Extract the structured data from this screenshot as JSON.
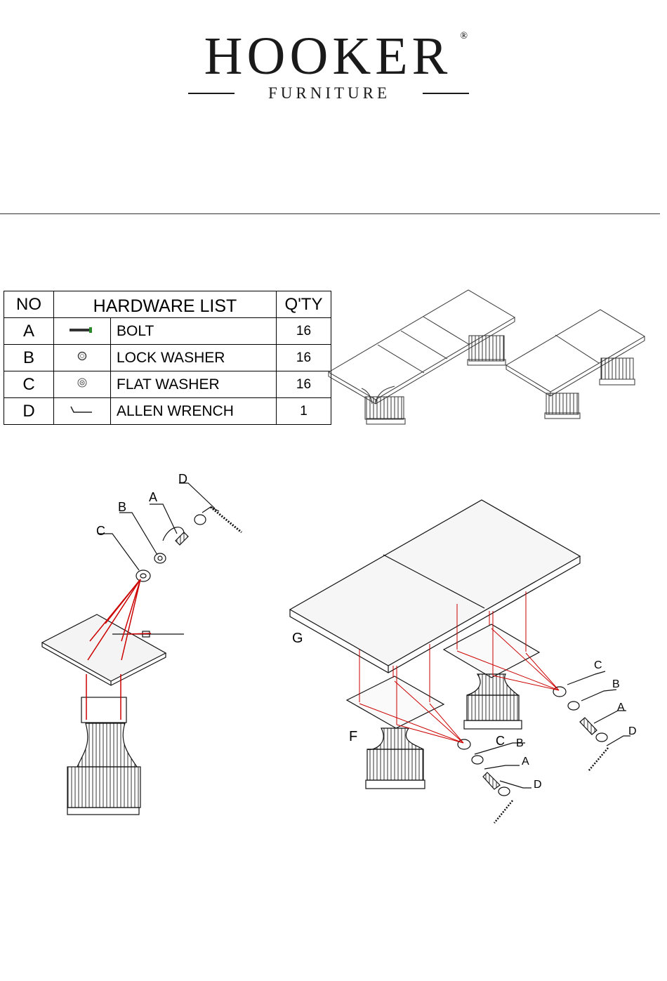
{
  "logo": {
    "brand": "HOOKER",
    "registered": "®",
    "sub": "FURNITURE"
  },
  "hardware": {
    "header": {
      "no": "NO",
      "title": "HARDWARE LIST",
      "qty": "Q'TY"
    },
    "items": [
      {
        "no": "A",
        "name": "BOLT",
        "qty": "16",
        "icon": "bolt-icon"
      },
      {
        "no": "B",
        "name": "LOCK WASHER",
        "qty": "16",
        "icon": "lock-washer-icon"
      },
      {
        "no": "C",
        "name": "FLAT WASHER",
        "qty": "16",
        "icon": "flat-washer-icon"
      },
      {
        "no": "D",
        "name": "ALLEN WRENCH",
        "qty": "1",
        "icon": "allen-wrench-icon"
      }
    ]
  },
  "diagram": {
    "left": {
      "a": "A",
      "b": "B",
      "c": "C",
      "d": "D"
    },
    "right": {
      "g": "G",
      "f": "F",
      "c1": "C",
      "b1": "B",
      "a1": "A",
      "d1": "D",
      "c2": "C",
      "b2": "B",
      "a2": "A",
      "d2": "D"
    }
  },
  "colors": {
    "accent_line": "#cc0000",
    "ink": "#000000"
  }
}
